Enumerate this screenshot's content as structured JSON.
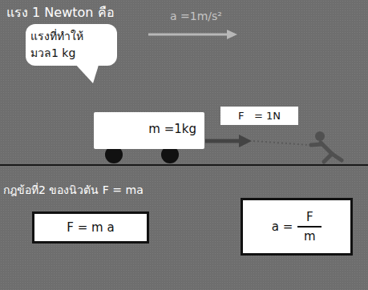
{
  "diagram": {
    "title": "แรง 1 Newton  คือ",
    "nodes": [
      {
        "text": [
          "แรงที่ทำให้ มวล1 kg"
        ]
      },
      {
        "text": [
          "m =1kg"
        ]
      },
      {
        "text": [
          "F   = 1N"
        ]
      },
      {
        "text": [
          "F = m a"
        ]
      },
      {
        "text": [
          "a =",
          "F",
          "m"
        ]
      }
    ],
    "labels": [
      "a =1m/s²",
      "กฎข้อที่2 ของนิวตัน F = ma"
    ]
  }
}
